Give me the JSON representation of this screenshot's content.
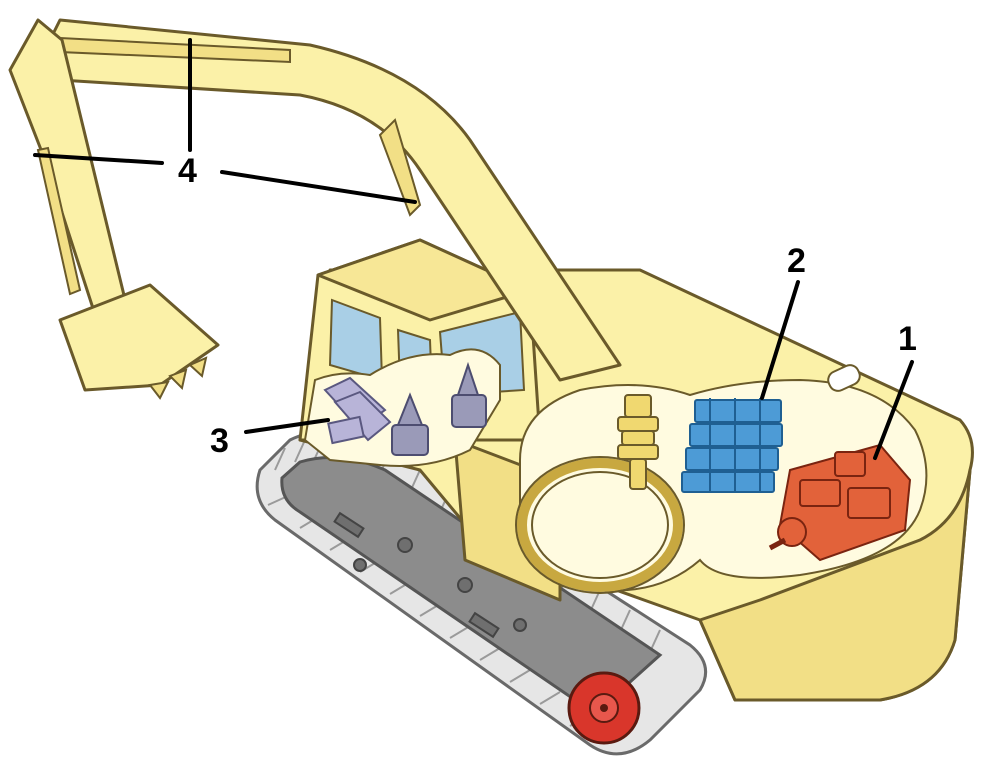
{
  "colors": {
    "body": "#fbf1a8",
    "body_shade": "#f2df86",
    "outline": "#6a5a2a",
    "glass": "#a9cfe6",
    "cutaway": "#fffbe0",
    "track": "#8c8c8c",
    "track_links": "#e6e6e6",
    "sprocket": "#d9362b",
    "pump": "#e2623a",
    "valve": "#4d9bd6",
    "swing_motor": "#9a9ab8",
    "motor_cluster": "#b8b4d8"
  },
  "callouts": [
    {
      "id": "1",
      "label": "1"
    },
    {
      "id": "2",
      "label": "2"
    },
    {
      "id": "3",
      "label": "3"
    },
    {
      "id": "4",
      "label": "4"
    }
  ]
}
